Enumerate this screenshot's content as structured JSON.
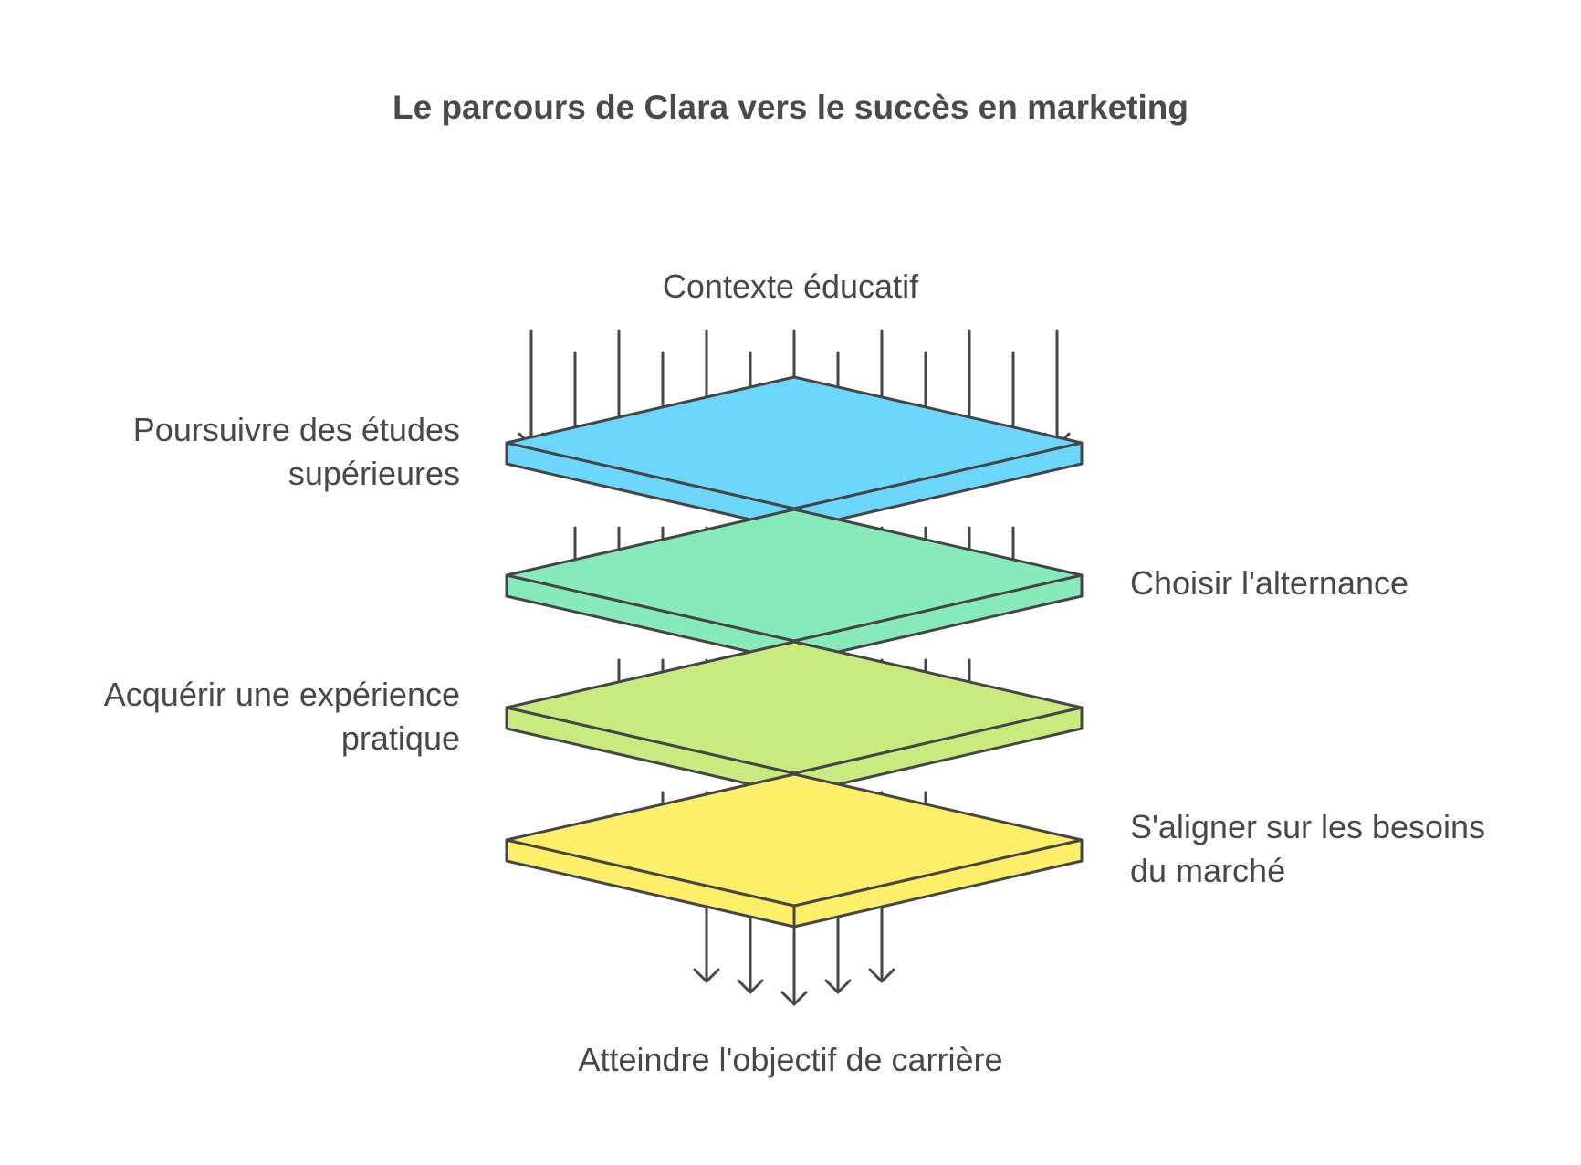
{
  "title": "Le parcours de Clara vers le succès en marketing",
  "labels": {
    "top": "Contexte éducatif",
    "layer1": [
      "Poursuivre des études",
      "supérieures"
    ],
    "layer2": [
      "Choisir l'alternance"
    ],
    "layer3": [
      "Acquérir une expérience",
      "pratique"
    ],
    "layer4": [
      "S'aligner sur les besoins",
      "du marché"
    ],
    "bottom": "Atteindre l'objectif de carrière"
  },
  "colors": {
    "layer1": "#6dd6fd",
    "layer2": "#86eaba",
    "layer3": "#c8ea7e",
    "layer4": "#fdef69",
    "stroke": "#464646"
  },
  "icons": {
    "arrow": "arrow-down-icon",
    "layer": "layer-plate"
  }
}
